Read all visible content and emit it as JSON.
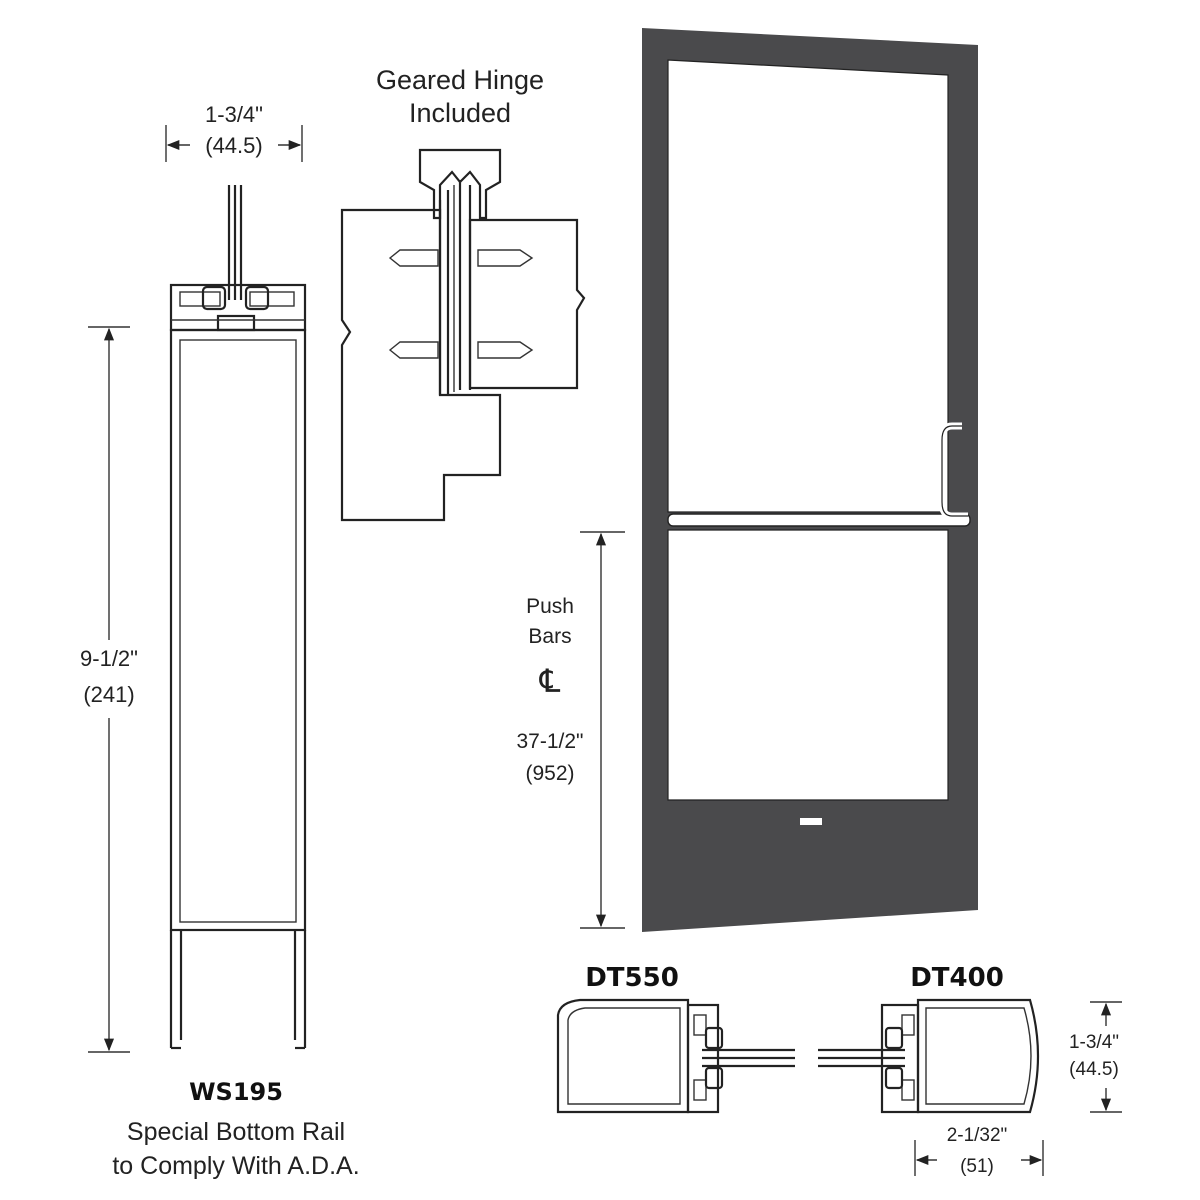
{
  "ws195": {
    "width_label": "1-3/4\"",
    "width_metric": "(44.5)",
    "height_label": "9-1/2\"",
    "height_metric": "(241)",
    "model": "WS195",
    "caption_line1": "Special Bottom Rail",
    "caption_line2": "to Comply With A.D.A."
  },
  "hinge": {
    "title_line1": "Geared Hinge",
    "title_line2": "Included"
  },
  "door": {
    "push_line1": "Push",
    "push_line2": "Bars",
    "centerline_symbol": "℄",
    "height_label": "37-1/2\"",
    "height_metric": "(952)"
  },
  "dt550": {
    "model": "DT550"
  },
  "dt400": {
    "model": "DT400",
    "depth_label": "1-3/4\"",
    "depth_metric": "(44.5)",
    "width_label": "2-1/32\"",
    "width_metric": "(51)"
  },
  "colors": {
    "door_finish": "#4a4a4c",
    "glass": "#ffffff",
    "line": "#222222"
  }
}
